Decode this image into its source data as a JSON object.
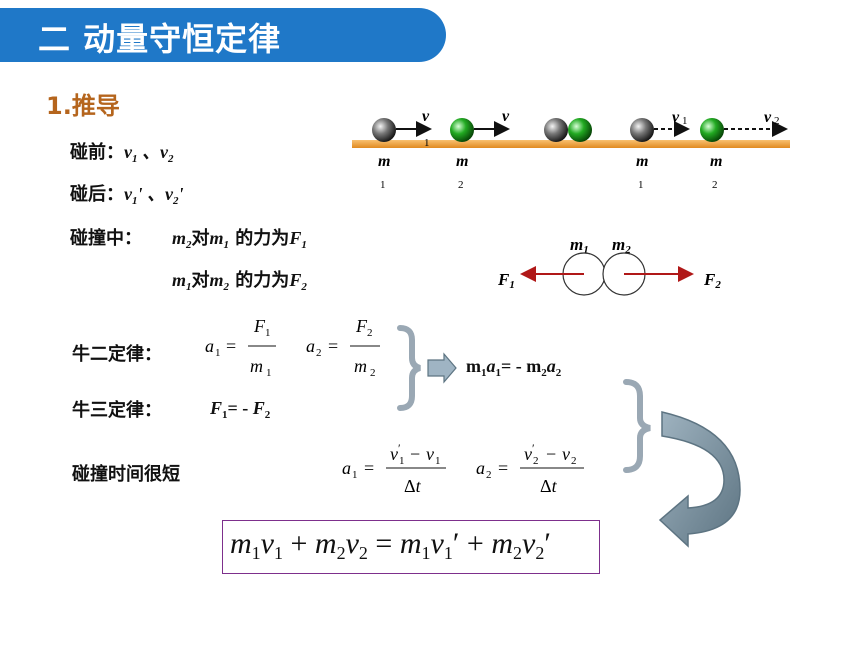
{
  "header": {
    "title": "二  动量守恒定律"
  },
  "section": {
    "title": "1.推导"
  },
  "rows": {
    "before_label": "碰前：",
    "before_vars": "v1 、v2",
    "after_label": "碰后：",
    "after_vars": "v1' 、v2'",
    "during_label": "碰撞中：",
    "during_line1": "m2对m1 的力为F1",
    "during_line2": "m1对m2 的力为F2",
    "newton2_label": "牛二定律：",
    "newton3_label": "牛三定律：",
    "newton3_eq": "F1= - F2",
    "short_time_label": "碰撞时间很短",
    "result_eq": "m1a1= - m2a2"
  },
  "diagram": {
    "m": "m",
    "v": "v",
    "idx1": "1",
    "idx2": "2",
    "force1": "F1",
    "force2": "F2"
  },
  "final_equation": "m1v1 + m2v2 = m1v1' + m2v2'",
  "colors": {
    "banner": "#1f78c8",
    "section": "#b5651d",
    "track": "#f2a23a",
    "arrow_red": "#b01818",
    "box_border": "#7d2f8c"
  }
}
